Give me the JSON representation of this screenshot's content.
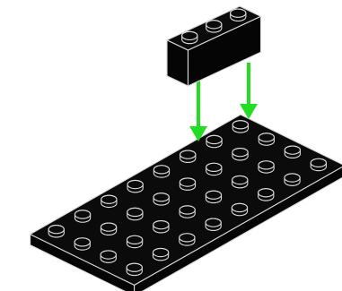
{
  "figure": {
    "description_text": "",
    "colors": {
      "background": "#ffffff",
      "brick_fill": "#0b0b0b",
      "brick_side_fill": "#050505",
      "outline": "#d9d9d9",
      "arrow": "#22dd22"
    }
  },
  "diagram": {
    "plate": {
      "name": "black-plate",
      "studs_along": 8,
      "studs_across": 4
    },
    "brick": {
      "name": "black-brick",
      "studs_along": 3,
      "studs_across": 1
    },
    "arrows": {
      "count": 2,
      "direction": "down",
      "icon": "down-arrow-icon"
    }
  }
}
